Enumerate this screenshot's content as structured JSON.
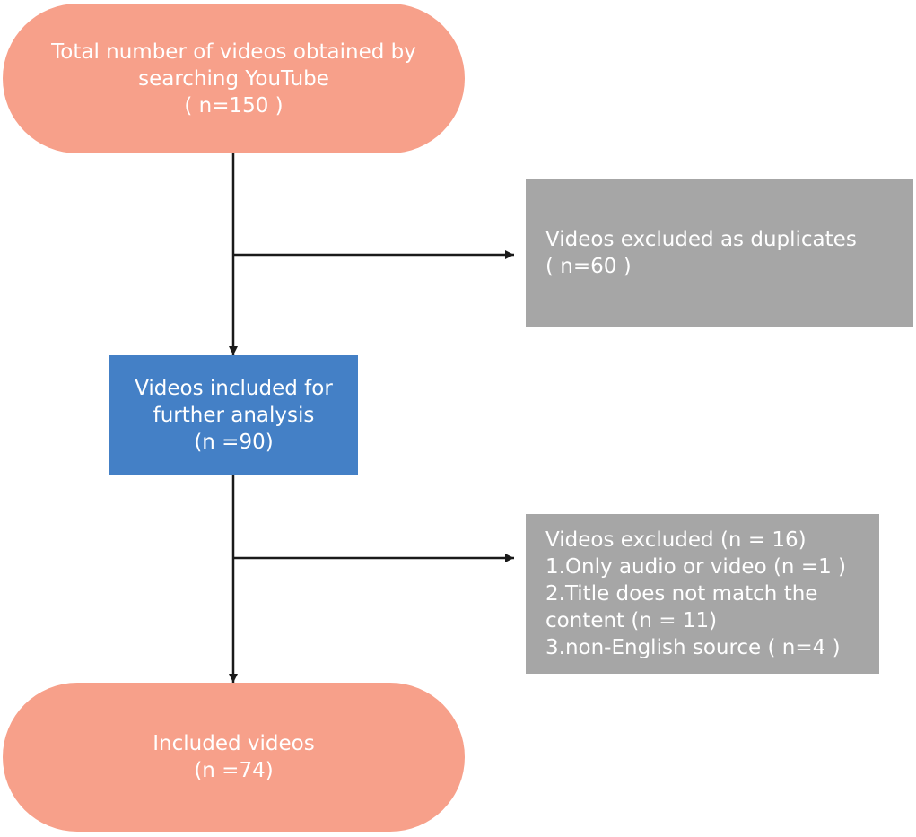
{
  "nodes": {
    "start": {
      "lines": [
        "Total number of videos obtained by",
        "searching YouTube",
        "( n=150 )"
      ],
      "color": "#f7a08a"
    },
    "duplicates": {
      "lines": [
        "Videos excluded as duplicates",
        "( n=60 )"
      ],
      "color": "#a6a6a6"
    },
    "further": {
      "lines": [
        "Videos included for",
        "further analysis",
        "(n =90)"
      ],
      "color": "#4480c6"
    },
    "excluded": {
      "lines": [
        "Videos excluded (n = 16)",
        "1.Only audio or video (n =1 )",
        "2.Title does not match the",
        "content (n = 11)",
        "3.non-English source ( n=4 )"
      ],
      "color": "#a6a6a6"
    },
    "end": {
      "lines": [
        "Included videos",
        "(n =74)"
      ],
      "color": "#f7a08a"
    }
  },
  "line_color": "#1a1a1a"
}
